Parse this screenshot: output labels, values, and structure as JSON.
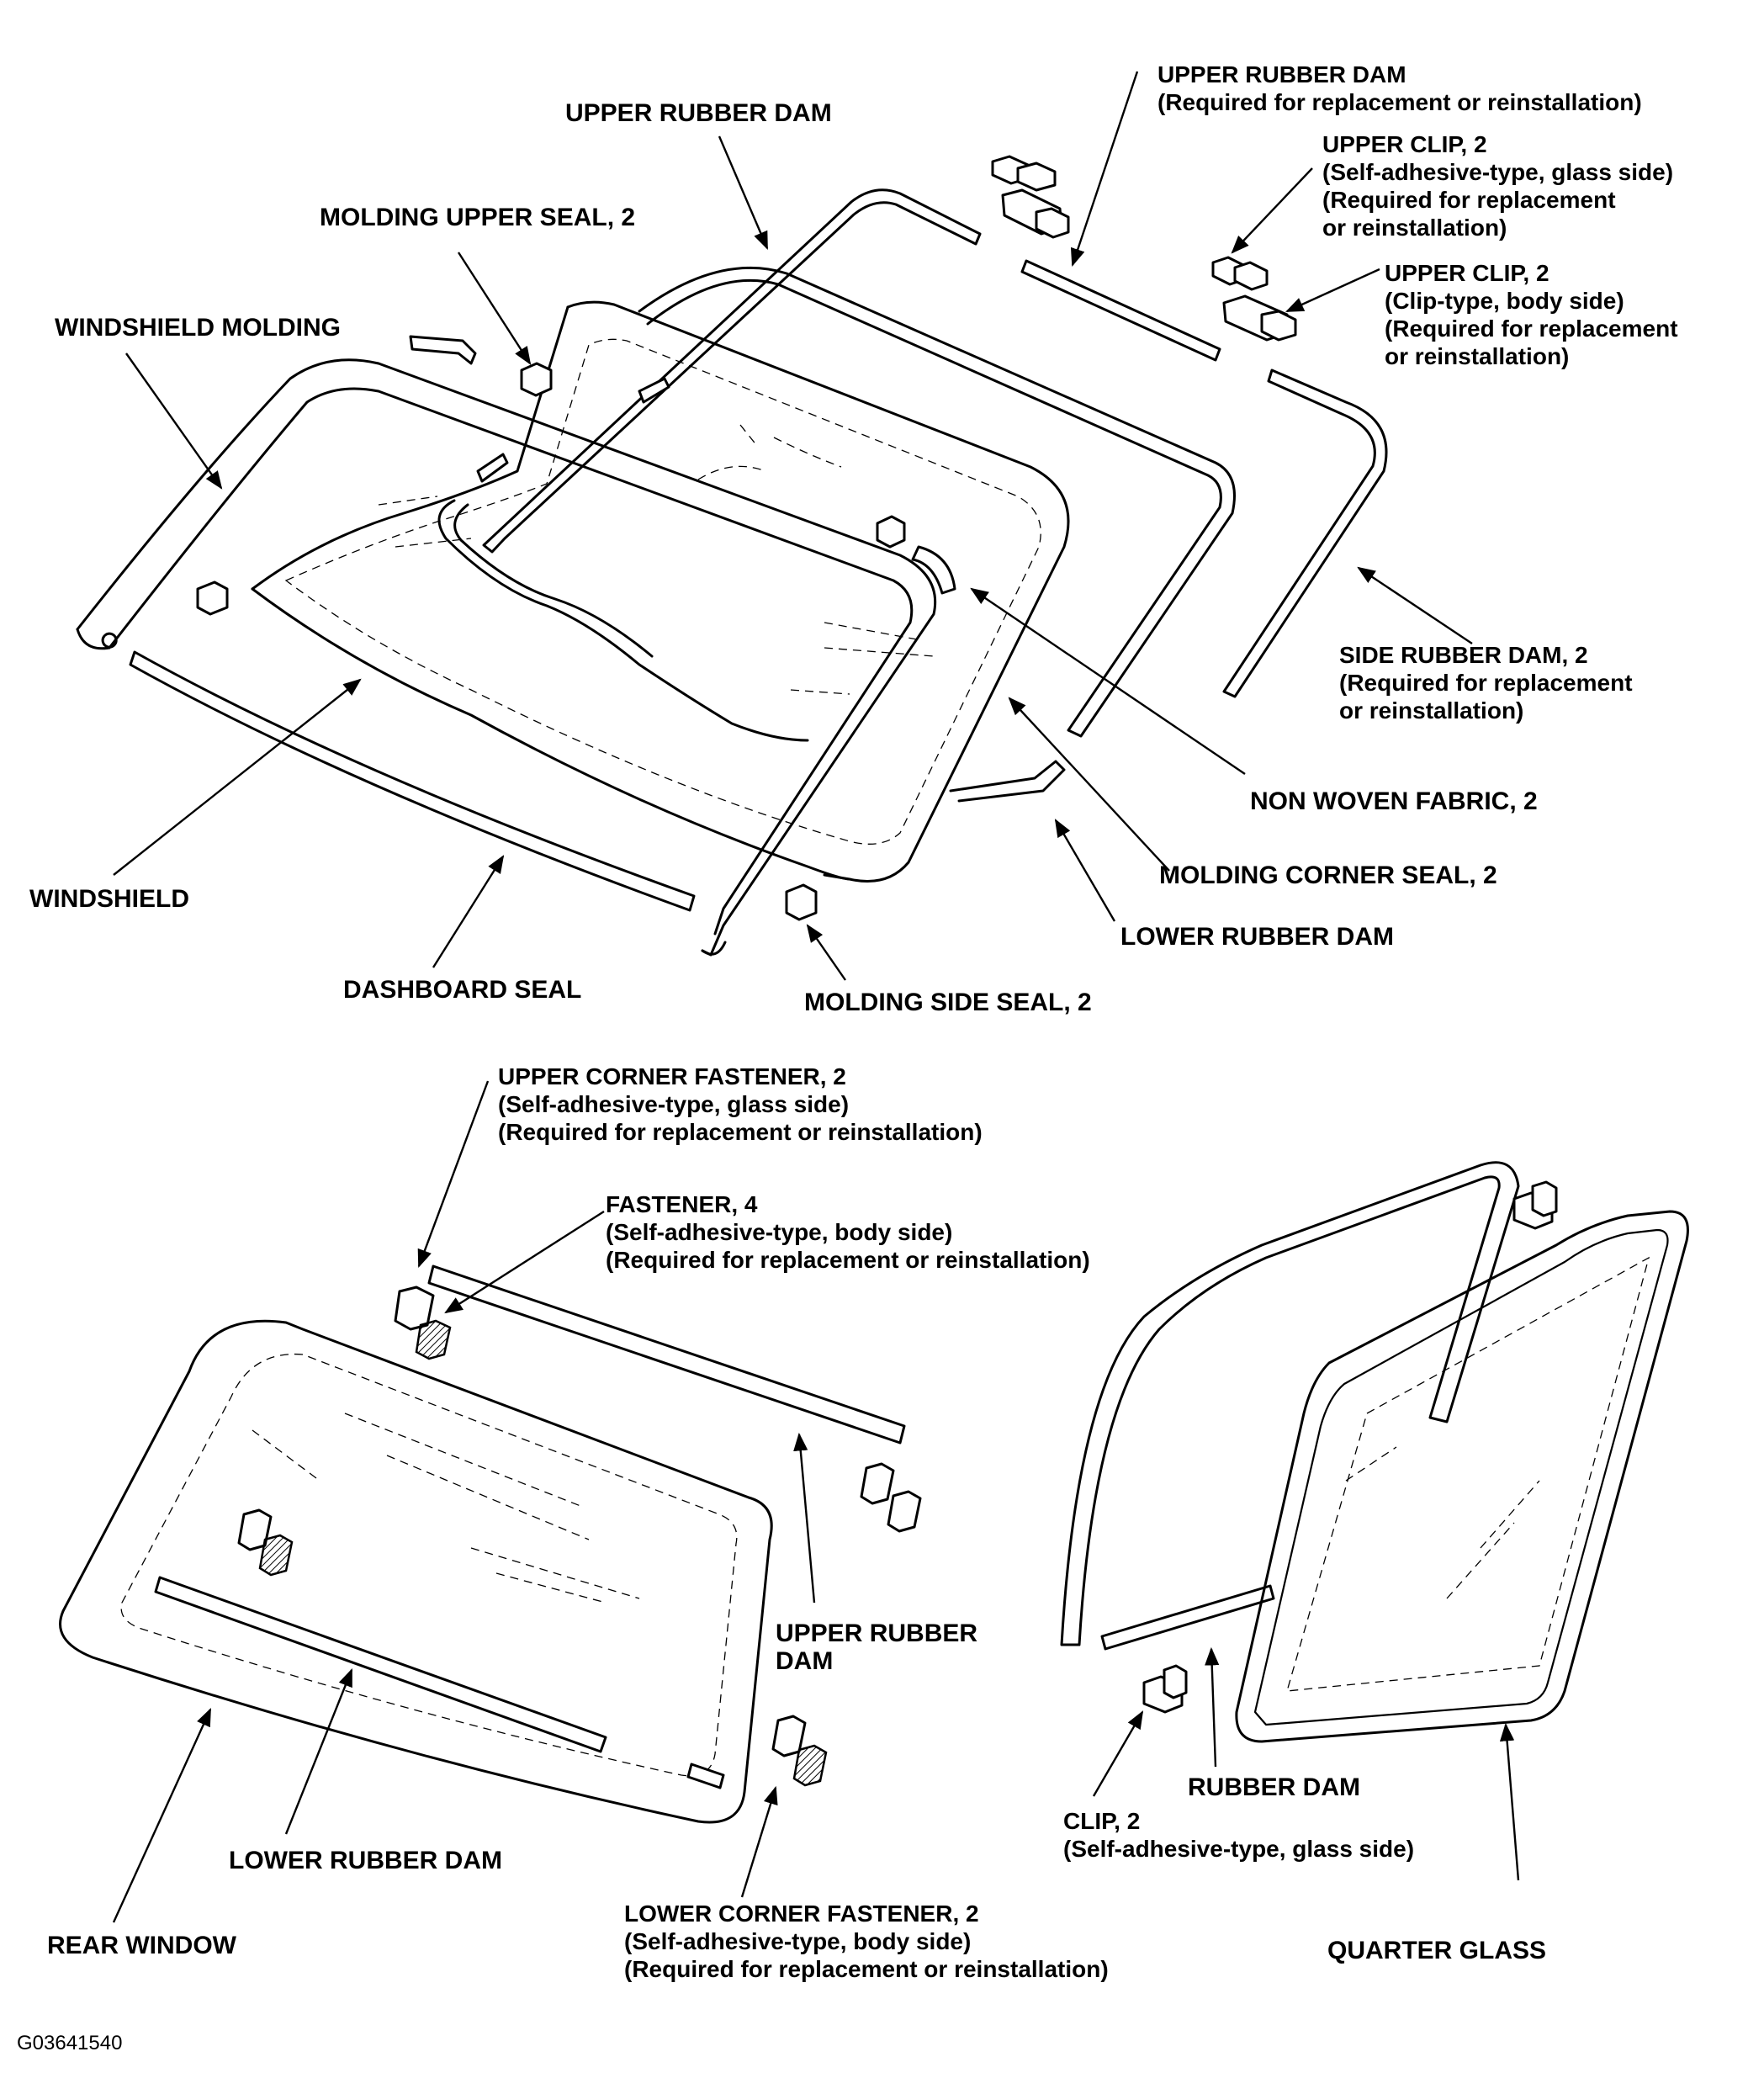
{
  "labels": {
    "upper_rubber_dam_top": [
      "UPPER RUBBER DAM"
    ],
    "upper_rubber_dam_right": [
      "UPPER RUBBER DAM",
      "(Required for replacement or reinstallation)"
    ],
    "upper_clip_glass": [
      "UPPER CLIP, 2",
      "(Self-adhesive-type, glass side)",
      "(Required for replacement",
      "or reinstallation)"
    ],
    "upper_clip_body": [
      "UPPER CLIP, 2",
      "(Clip-type, body side)",
      "(Required for replacement",
      "or reinstallation)"
    ],
    "molding_upper_seal": [
      "MOLDING UPPER SEAL, 2"
    ],
    "windshield_molding": [
      "WINDSHIELD MOLDING"
    ],
    "side_rubber_dam": [
      "SIDE RUBBER DAM, 2",
      "(Required for replacement",
      "or reinstallation)"
    ],
    "non_woven_fabric": [
      "NON WOVEN FABRIC, 2"
    ],
    "molding_corner_seal": [
      "MOLDING CORNER SEAL, 2"
    ],
    "windshield": [
      "WINDSHIELD"
    ],
    "lower_rubber_dam_front": [
      "LOWER RUBBER DAM"
    ],
    "dashboard_seal": [
      "DASHBOARD SEAL"
    ],
    "molding_side_seal": [
      "MOLDING SIDE SEAL, 2"
    ],
    "upper_corner_fastener": [
      "UPPER CORNER FASTENER, 2",
      "(Self-adhesive-type, glass side)",
      "(Required for replacement or reinstallation)"
    ],
    "fastener": [
      "FASTENER, 4",
      "(Self-adhesive-type, body side)",
      "(Required for replacement or reinstallation)"
    ],
    "upper_rubber_dam_rear": [
      "UPPER RUBBER",
      "DAM"
    ],
    "lower_rubber_dam_rear": [
      "LOWER RUBBER DAM"
    ],
    "rear_window": [
      "REAR WINDOW"
    ],
    "lower_corner_fastener": [
      "LOWER CORNER FASTENER, 2",
      "(Self-adhesive-type, body side)",
      "(Required for replacement or reinstallation)"
    ],
    "rubber_dam": [
      "RUBBER DAM"
    ],
    "clip": [
      "CLIP, 2",
      "(Self-adhesive-type, glass side)"
    ],
    "quarter_glass": [
      "QUARTER GLASS"
    ]
  },
  "figure_code": "G03641540"
}
